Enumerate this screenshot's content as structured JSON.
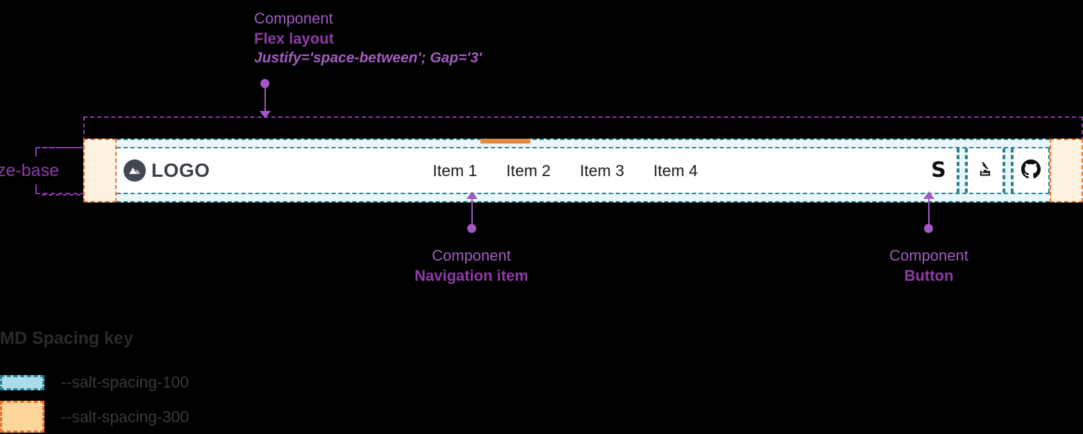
{
  "annotations": {
    "flex_layout": {
      "kind": "Component",
      "name": "Flex layout",
      "props": "Justify='space-between'; Gap='3'"
    },
    "navigation_item": {
      "kind": "Component",
      "name": "Navigation item"
    },
    "button": {
      "kind": "Component",
      "name": "Button"
    },
    "size_measure": {
      "label": "size-base"
    }
  },
  "navbar": {
    "logo": {
      "icon": "mountain-logo-icon",
      "text": "LOGO"
    },
    "nav_items": [
      {
        "label": "Item 1",
        "active": true
      },
      {
        "label": "Item 2",
        "active": false
      },
      {
        "label": "Item 3",
        "active": false
      },
      {
        "label": "Item 4",
        "active": false
      }
    ],
    "buttons": [
      {
        "name": "salt-logo-icon",
        "glyph": "S"
      },
      {
        "name": "stackoverflow-icon",
        "glyph": ""
      },
      {
        "name": "github-icon",
        "glyph": ""
      }
    ]
  },
  "spacing_key": {
    "title": "MD Spacing key",
    "items": [
      {
        "token": "--salt-spacing-100",
        "fill": "#aadde7",
        "stroke": "#2b7f95"
      },
      {
        "token": "--salt-spacing-300",
        "fill": "#fcd69a",
        "stroke": "#e8702a"
      }
    ]
  },
  "colors": {
    "annotation_purple": "#a259c4",
    "annotation_purple_bold": "#8e3ca8",
    "spacing_100_fill": "#eaf6f8",
    "spacing_100_stroke": "#2b7f95",
    "spacing_300_fill": "#fdf2e0",
    "spacing_300_stroke": "#e8702a",
    "active_indicator": "#e08a44",
    "logo_dark": "#424852",
    "navbar_bg": "#ffffff",
    "page_bg": "#000000"
  }
}
